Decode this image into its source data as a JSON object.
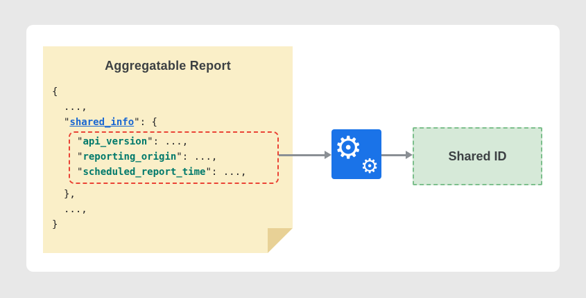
{
  "diagram": {
    "note": {
      "title": "Aggregatable Report",
      "code": {
        "open_brace": "{",
        "ellipsis_top": "...,",
        "quote": "\"",
        "shared_info_key": "shared_info",
        "shared_info_suffix": "\": {",
        "fields": [
          {
            "key": "api_version",
            "suffix": "\": ...,"
          },
          {
            "key": "reporting_origin",
            "suffix": "\": ...,"
          },
          {
            "key": "scheduled_report_time",
            "suffix": "\": ...,"
          }
        ],
        "close_inner": "},",
        "ellipsis_bottom": "...,",
        "close_brace": "}"
      }
    },
    "processor": {
      "icon": "gears-icon",
      "glyph": "⚙"
    },
    "output": {
      "label": "Shared ID"
    },
    "colors": {
      "canvas_bg": "#E8E8E8",
      "card_bg": "#FFFFFF",
      "note_bg": "#FAEFC8",
      "note_fold": "#E8D196",
      "code_text": "#202124",
      "shared_info_key_color": "#1967D2",
      "field_key_color": "#00796B",
      "highlight_border": "#EA4335",
      "processor_bg": "#1A73E8",
      "gear_color": "#FFFFFF",
      "output_bg": "#D6E9D8",
      "output_border": "#7CBF8C",
      "arrow": "#8A8F94",
      "title_text": "#3C4043"
    }
  }
}
